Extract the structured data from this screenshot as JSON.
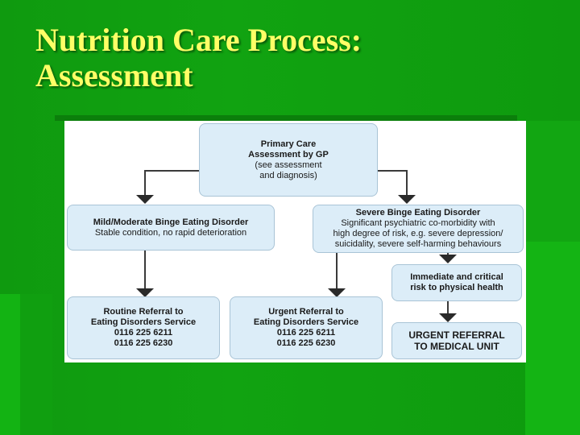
{
  "slide": {
    "title_line1": "Nutrition Care Process:",
    "title_line2": "Assessment",
    "title_color": "#ffff66",
    "background_color": "#11a311"
  },
  "diagram": {
    "box_fill": "#dcedf8",
    "box_border": "#a9c4d6",
    "primary": {
      "line1": "Primary Care",
      "line2": "Assessment by GP",
      "line3": "(see assessment",
      "line4": "and diagnosis)"
    },
    "mild": {
      "line1": "Mild/Moderate Binge Eating Disorder",
      "line2": "Stable condition, no rapid deterioration"
    },
    "severe": {
      "line1": "Severe Binge Eating Disorder",
      "line2": "Significant psychiatric co-morbidity with",
      "line3": "high degree of risk, e.g. severe depression/",
      "line4": "suicidality, severe self-harming behaviours"
    },
    "immediate": {
      "line1": "Immediate and critical",
      "line2": "risk to physical health"
    },
    "routine": {
      "line1": "Routine Referral to",
      "line2": "Eating Disorders Service",
      "line3": "0116 225 6211",
      "line4": "0116 225 6230"
    },
    "urgent": {
      "line1": "Urgent Referral to",
      "line2": "Eating Disorders Service",
      "line3": "0116 225 6211",
      "line4": "0116 225 6230"
    },
    "medical": {
      "line1": "URGENT REFERRAL",
      "line2": "TO MEDICAL UNIT"
    }
  }
}
